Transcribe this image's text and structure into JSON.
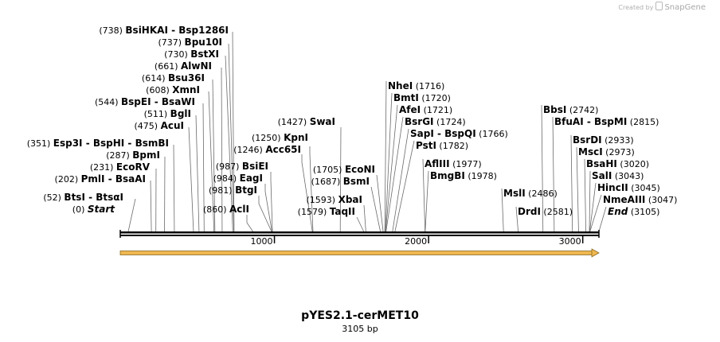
{
  "credit": {
    "prefix": "Created by",
    "brand": "SnapGene"
  },
  "plasmid": {
    "name": "pYES2.1-cerMET10",
    "length_label": "3105 bp",
    "length": 3105
  },
  "axis": {
    "ticks": [
      1000,
      2000,
      3000
    ],
    "tick_labels": [
      "1000",
      "2000",
      "3000"
    ]
  },
  "feature": {
    "type": "arrow",
    "direction": "forward",
    "start": 0,
    "end": 3105,
    "color": "#f0b850"
  },
  "sites": [
    {
      "pos": 738,
      "pos_label": "(738)",
      "names": [
        "BsiHKAI",
        "Bsp1286I"
      ]
    },
    {
      "pos": 737,
      "pos_label": "(737)",
      "names": [
        "Bpu10I"
      ]
    },
    {
      "pos": 730,
      "pos_label": "(730)",
      "names": [
        "BstXI"
      ]
    },
    {
      "pos": 661,
      "pos_label": "(661)",
      "names": [
        "AlwNI"
      ]
    },
    {
      "pos": 614,
      "pos_label": "(614)",
      "names": [
        "Bsu36I"
      ]
    },
    {
      "pos": 608,
      "pos_label": "(608)",
      "names": [
        "XmnI"
      ]
    },
    {
      "pos": 544,
      "pos_label": "(544)",
      "names": [
        "BspEI",
        "BsaWI"
      ]
    },
    {
      "pos": 511,
      "pos_label": "(511)",
      "names": [
        "BglI"
      ]
    },
    {
      "pos": 475,
      "pos_label": "(475)",
      "names": [
        "AcuI"
      ]
    },
    {
      "pos": 351,
      "pos_label": "(351)",
      "names": [
        "Esp3I",
        "BspHI",
        "BsmBI"
      ]
    },
    {
      "pos": 287,
      "pos_label": "(287)",
      "names": [
        "BpmI"
      ]
    },
    {
      "pos": 231,
      "pos_label": "(231)",
      "names": [
        "EcoRV"
      ]
    },
    {
      "pos": 202,
      "pos_label": "(202)",
      "names": [
        "PmlI",
        "BsaAI"
      ]
    },
    {
      "pos": 52,
      "pos_label": "(52)",
      "names": [
        "BtsI",
        "BtsαI"
      ]
    },
    {
      "pos": 0,
      "pos_label": "(0)",
      "names": [
        "Start"
      ]
    },
    {
      "pos": 1246,
      "pos_label": "(1246)",
      "names": [
        "Acc65I"
      ]
    },
    {
      "pos": 1250,
      "pos_label": "(1250)",
      "names": [
        "KpnI"
      ]
    },
    {
      "pos": 987,
      "pos_label": "(987)",
      "names": [
        "BsiEI"
      ]
    },
    {
      "pos": 984,
      "pos_label": "(984)",
      "names": [
        "EagI"
      ]
    },
    {
      "pos": 981,
      "pos_label": "(981)",
      "names": [
        "BtgI"
      ]
    },
    {
      "pos": 860,
      "pos_label": "(860)",
      "names": [
        "AclI"
      ]
    },
    {
      "pos": 1427,
      "pos_label": "(1427)",
      "names": [
        "SwaI"
      ]
    },
    {
      "pos": 1705,
      "pos_label": "(1705)",
      "names": [
        "EcoNI"
      ]
    },
    {
      "pos": 1687,
      "pos_label": "(1687)",
      "names": [
        "BsmI"
      ]
    },
    {
      "pos": 1593,
      "pos_label": "(1593)",
      "names": [
        "XbaI"
      ]
    },
    {
      "pos": 1579,
      "pos_label": "(1579)",
      "names": [
        "TaqII"
      ]
    },
    {
      "pos": 1716,
      "pos_label": "(1716)",
      "names": [
        "NheI"
      ]
    },
    {
      "pos": 1720,
      "pos_label": "(1720)",
      "names": [
        "BmtI"
      ]
    },
    {
      "pos": 1721,
      "pos_label": "(1721)",
      "names": [
        "AfeI"
      ]
    },
    {
      "pos": 1724,
      "pos_label": "(1724)",
      "names": [
        "BsrGI"
      ]
    },
    {
      "pos": 1766,
      "pos_label": "(1766)",
      "names": [
        "SapI",
        "BspQI"
      ]
    },
    {
      "pos": 1782,
      "pos_label": "(1782)",
      "names": [
        "PstI"
      ]
    },
    {
      "pos": 1977,
      "pos_label": "(1977)",
      "names": [
        "AflIII"
      ]
    },
    {
      "pos": 1978,
      "pos_label": "(1978)",
      "names": [
        "BmgBI"
      ]
    },
    {
      "pos": 2486,
      "pos_label": "(2486)",
      "names": [
        "MslI"
      ]
    },
    {
      "pos": 2581,
      "pos_label": "(2581)",
      "names": [
        "DrdI"
      ]
    },
    {
      "pos": 2742,
      "pos_label": "(2742)",
      "names": [
        "BbsI"
      ]
    },
    {
      "pos": 2815,
      "pos_label": "(2815)",
      "names": [
        "BfuAI",
        "BspMI"
      ]
    },
    {
      "pos": 2933,
      "pos_label": "(2933)",
      "names": [
        "BsrDI"
      ]
    },
    {
      "pos": 2973,
      "pos_label": "(2973)",
      "names": [
        "MscI"
      ]
    },
    {
      "pos": 3020,
      "pos_label": "(3020)",
      "names": [
        "BsaHI"
      ]
    },
    {
      "pos": 3043,
      "pos_label": "(3043)",
      "names": [
        "SalI"
      ]
    },
    {
      "pos": 3045,
      "pos_label": "(3045)",
      "names": [
        "HincII"
      ]
    },
    {
      "pos": 3047,
      "pos_label": "(3047)",
      "names": [
        "NmeAIII"
      ]
    },
    {
      "pos": 3105,
      "pos_label": "(3105)",
      "names": [
        "End"
      ]
    }
  ]
}
